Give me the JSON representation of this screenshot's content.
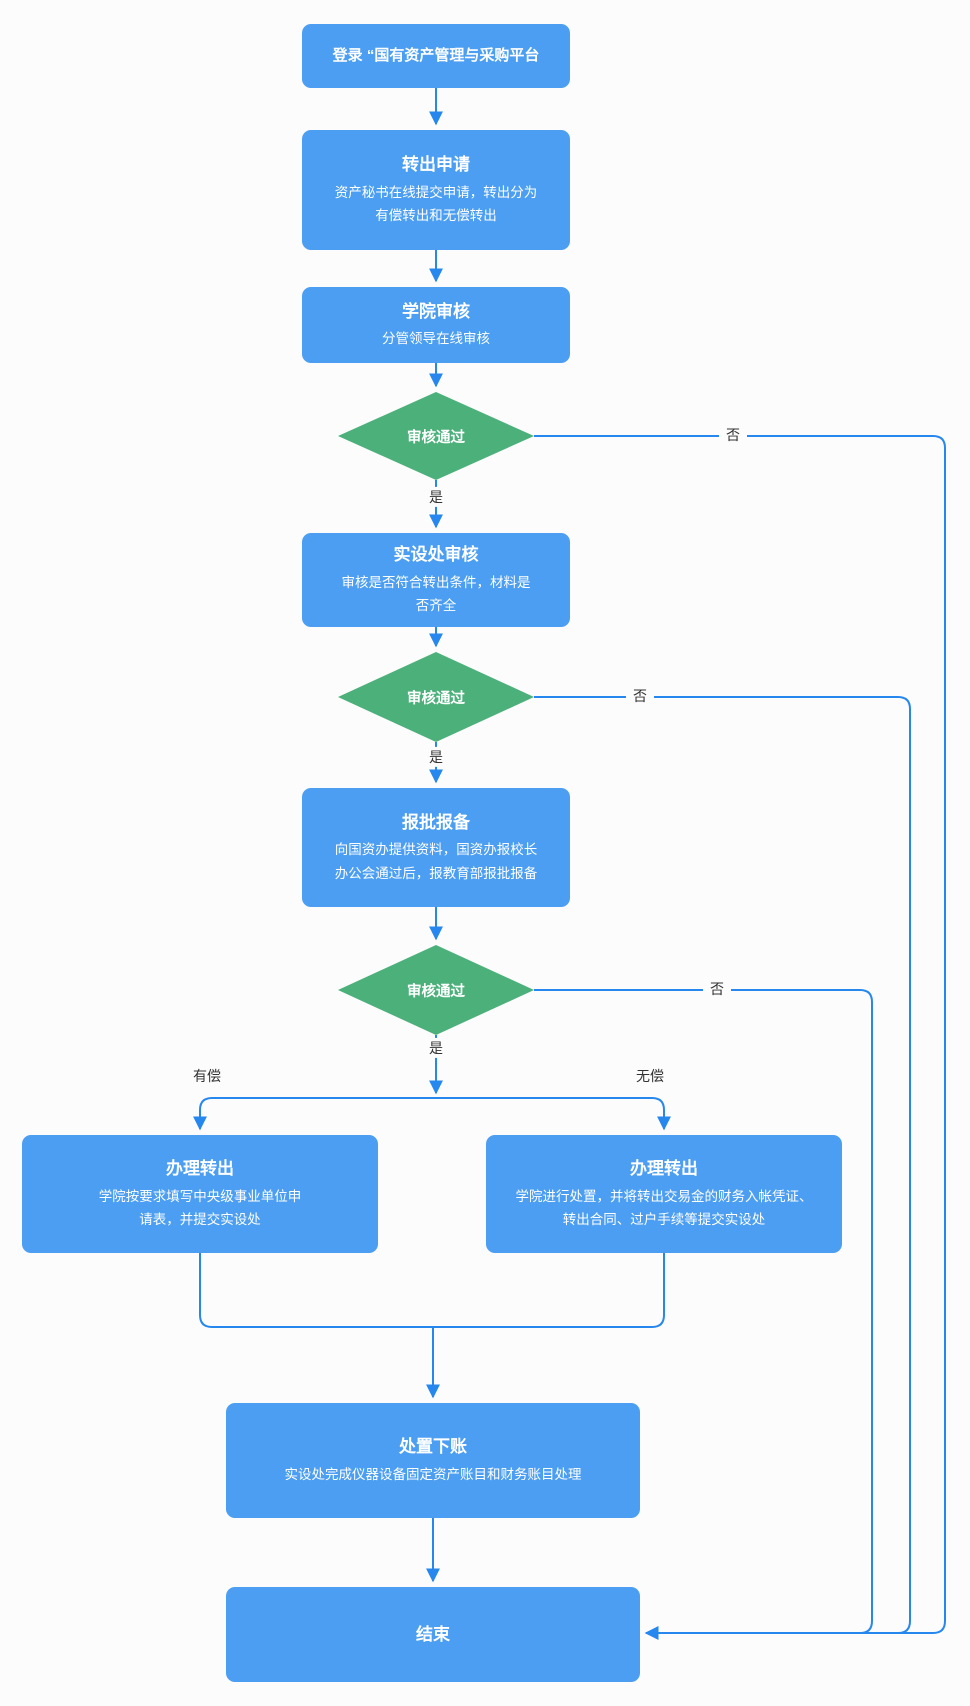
{
  "flow": {
    "nodes": {
      "login": {
        "title": "登录 “国有资产管理与采购平台"
      },
      "application": {
        "title": "转出申请",
        "body": [
          "资产秘书在线提交申请，转出分为",
          "有偿转出和无偿转出"
        ]
      },
      "college_review": {
        "title": "学院审核",
        "body": [
          "分管领导在线审核"
        ]
      },
      "office_review": {
        "title": "实设处审核",
        "body": [
          "审核是否符合转出条件，材料是",
          "否齐全"
        ]
      },
      "approval_filing": {
        "title": "报批报备",
        "body": [
          "向国资办提供资料，国资办报校长",
          "办公会通过后，报教育部报批报备"
        ]
      },
      "transfer_paid": {
        "title": "办理转出",
        "body": [
          "学院按要求填写中央级事业单位申",
          "请表，并提交实设处"
        ]
      },
      "transfer_free": {
        "title": "办理转出",
        "body": [
          "学院进行处置，并将转出交易金的财务入帐凭证、",
          "转出合同、过户手续等提交实设处"
        ]
      },
      "disposal": {
        "title": "处置下账",
        "body": [
          "实设处完成仪器设备固定资产账目和财务账目处理"
        ]
      },
      "end": {
        "title": "结束"
      }
    },
    "decisions": {
      "d1": {
        "label": "审核通过"
      },
      "d2": {
        "label": "审核通过"
      },
      "d3": {
        "label": "审核通过"
      }
    },
    "edge_labels": {
      "yes": "是",
      "no": "否",
      "paid": "有偿",
      "free": "无偿"
    },
    "colors": {
      "node_fill": "#4B9EF2",
      "decision_fill": "#4CB07A",
      "connector": "#2687EE",
      "label_text": "#333333",
      "node_text": "#FFFFFF",
      "background": "#FCFCFC"
    }
  }
}
